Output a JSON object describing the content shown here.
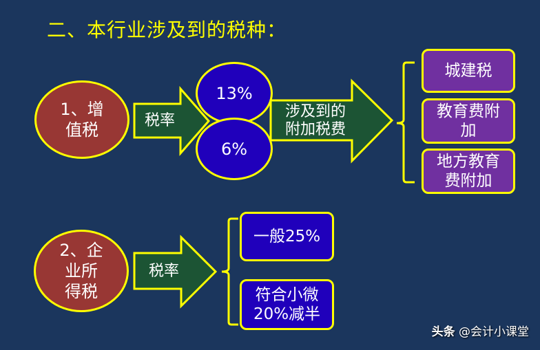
{
  "title": "二、本行业涉及到的税种：",
  "colors": {
    "background": "#1b365d",
    "title_text": "#ffff00",
    "outline": "#ffff00",
    "tax_ellipse": "#983734",
    "rate_ellipse": "#2000bb",
    "arrow_fill": "#1c5434",
    "surcharge_box": "#7030a0",
    "cit_box": "#2000bb"
  },
  "vat": {
    "node_label_line1": "1、增",
    "node_label_line2": "值税",
    "arrow_label": "税率",
    "rates": [
      "13%",
      "6%"
    ],
    "surcharge_arrow_line1": "涉及到的",
    "surcharge_arrow_line2": "附加税费",
    "surcharges": [
      {
        "line1": "城建税",
        "line2": ""
      },
      {
        "line1": "教育费附",
        "line2": "加"
      },
      {
        "line1": "地方教育",
        "line2": "费附加"
      }
    ]
  },
  "cit": {
    "node_label_line1": "2、企",
    "node_label_line2": "业所",
    "node_label_line3": "得税",
    "arrow_label": "税率",
    "rates": [
      {
        "line1": "一般25%",
        "line2": ""
      },
      {
        "line1": "符合小微",
        "line2": "20%减半"
      }
    ]
  },
  "watermark": {
    "brand": "头条",
    "account": "@会计小课堂"
  }
}
